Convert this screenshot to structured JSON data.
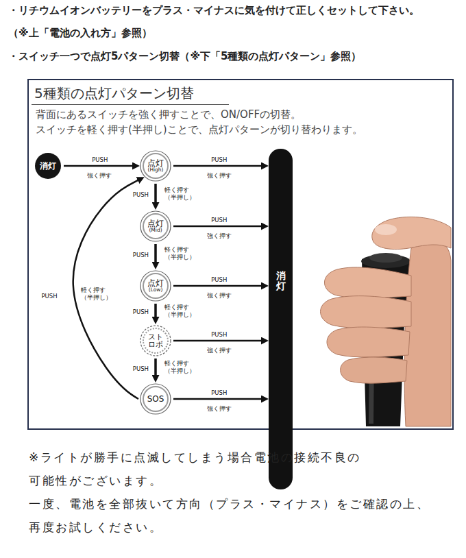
{
  "diagram": {
    "nodes": [
      {
        "text": [
          "5種類の点灯パターン切替",
          "背面にあるスイッチを強く押すことで、ON/OFFの切替。",
          "スイッチを軽く押す(半押し)ことで、点灯パターンが切り替わります。"
        ]
      },
      {
        "text": [
          "消灯"
        ],
        "in": 0
      },
      {
        "text": [
          "点灯",
          "(High)"
        ],
        "in": 0
      },
      {
        "text": [
          "点灯",
          "(Mid)"
        ],
        "in": 0
      },
      {
        "text": [
          "点灯",
          "(Low)"
        ],
        "in": 0
      },
      {
        "text": [
          "ストロボ"
        ],
        "in": 0
      },
      {
        "text": [
          "SOS"
        ],
        "in": 0
      },
      {
        "text": [
          "消灯"
        ],
        "in": 0
      }
    ],
    "edges": [
      {
        "from": 1,
        "to": 2,
        "arrow": "to",
        "label": "PUSH"
      },
      {
        "from": 2,
        "to": 7,
        "arrow": "to",
        "label": "PUSH"
      },
      {
        "from": 2,
        "to": 3,
        "arrow": "to",
        "label": "PUSH"
      },
      {
        "from": 3,
        "to": 7,
        "arrow": "to",
        "label": "PUSH"
      },
      {
        "from": 3,
        "to": 4,
        "arrow": "to",
        "label": "PUSH"
      },
      {
        "from": 4,
        "to": 7,
        "arrow": "to",
        "label": "PUSH"
      },
      {
        "from": 4,
        "to": 5,
        "arrow": "to",
        "label": "PUSH"
      },
      {
        "from": 5,
        "to": 7,
        "arrow": "to",
        "label": "PUSH"
      },
      {
        "from": 5,
        "to": 6,
        "arrow": "to",
        "label": "PUSH"
      },
      {
        "from": 6,
        "to": 7,
        "arrow": "to",
        "label": "PUSH"
      },
      {
        "from": 6,
        "to": 2,
        "arrow": "to",
        "label": "PUSH"
      }
    ],
    "labels": [
      "・リチウムイオンバッテリーをプラス・マイナスに気を付けて正しくセットして下さい。",
      "（※上「電池の入れ方」参照）",
      "・スイッチ一つで点灯5パターン切替（※下「5種類の点灯パターン」参照）",
      "強く押す",
      "強く押す",
      "強く押す",
      "強く押す",
      "強く押す",
      "強く押す",
      "軽く押す （半押し）",
      "軽く押す （半押し）",
      "軽く押す （半押し）",
      "軽く押す （半押し）",
      "軽く押す （半押し）",
      "※ライトが勝手に点滅してしまう場合電池の接続不良の",
      "可能性がございます。",
      "一度、電池を全部抜いて方向（プラス・マイナス）をご確認の上、",
      "再度お試しください。"
    ]
  }
}
